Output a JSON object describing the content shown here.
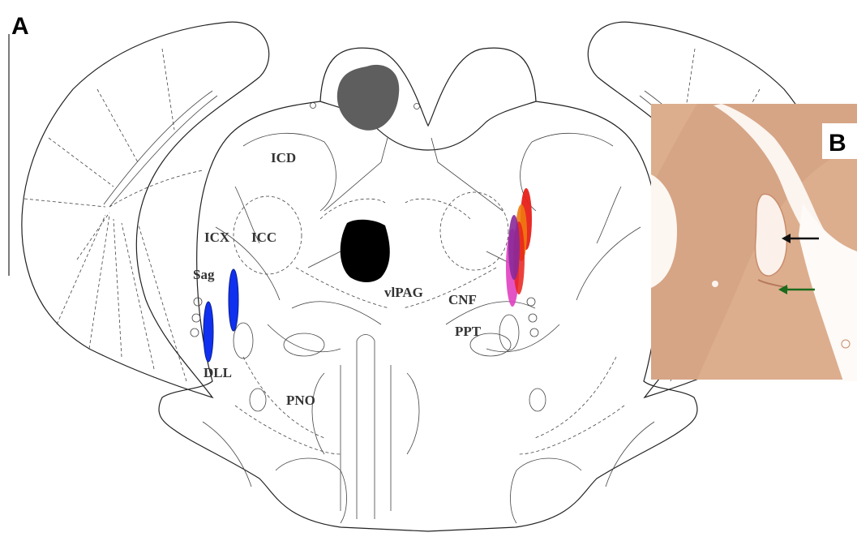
{
  "panel_a": {
    "letter": "A",
    "labels": {
      "icd": "ICD",
      "icx": "ICX",
      "icc": "ICC",
      "sag": "Sag",
      "vlpag": "vlPAG",
      "cnf": "CNF",
      "ppt": "PPT",
      "dll": "DLL",
      "pno": "PNO"
    },
    "colors": {
      "blue_marker": "#1030f0",
      "red_marker": "#e8201a",
      "orange_marker": "#f07a10",
      "purple_marker": "#8a2a9a",
      "magenta_marker": "#e040c0",
      "aqueduct": "#000000",
      "dorsal_mass": "#5e5e5e"
    }
  },
  "panel_b": {
    "letter": "B",
    "arrow_colors": {
      "black_arrow": "#111111",
      "green_arrow": "#1c6b1c"
    },
    "tissue_color": "#dcae8e"
  }
}
